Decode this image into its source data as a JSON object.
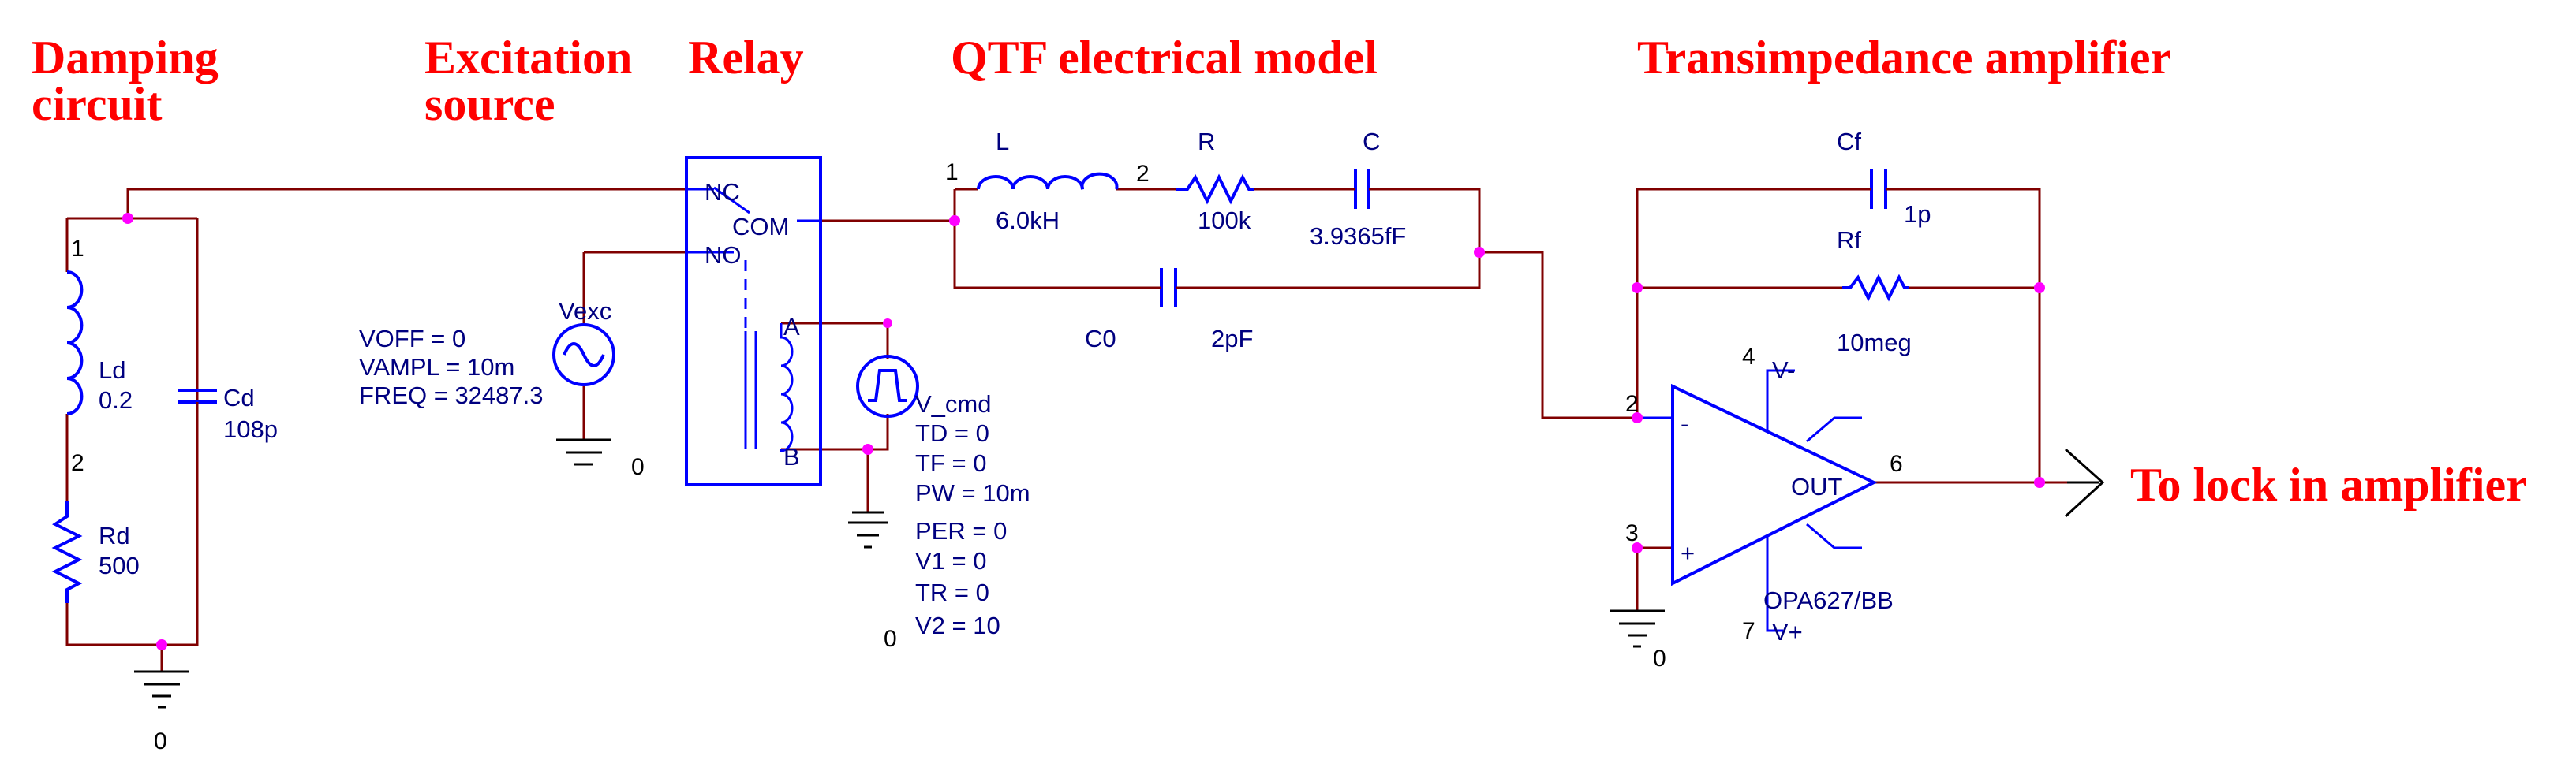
{
  "sections": {
    "damping_line1": "Damping",
    "damping_line2": "circuit",
    "excitation_line1": "Excitation",
    "excitation_line2": "source",
    "relay": "Relay",
    "qtf": "QTF electrical model",
    "tia": "Transimpedance amplifier",
    "output": "To lock in amplifier"
  },
  "damping": {
    "inductor_name": "Ld",
    "inductor_value": "0.2",
    "capacitor_name": "Cd",
    "capacitor_value": "108p",
    "resistor_name": "Rd",
    "resistor_value": "500",
    "pin1": "1",
    "pin2": "2",
    "ground_label": "0"
  },
  "source": {
    "name": "Vexc",
    "params": [
      "VOFF = 0",
      "VAMPL = 10m",
      "FREQ = 32487.3"
    ],
    "ground_label": "0"
  },
  "relay": {
    "nc": "NC",
    "com": "COM",
    "no": "NO",
    "a": "A",
    "b": "B"
  },
  "pulse": {
    "name": "V_cmd",
    "params": [
      "TD = 0",
      "TF = 0",
      "PW = 10m",
      "PER = 0",
      "V1 = 0",
      "TR = 0",
      "V2 = 10"
    ],
    "ground_label": "0"
  },
  "qtf": {
    "pin1": "1",
    "pin2": "2",
    "L_name": "L",
    "L_value": "6.0kH",
    "R_name": "R",
    "R_value": "100k",
    "C_name": "C",
    "C_value": "3.9365fF",
    "C0_name": "C0",
    "C0_value": "2pF"
  },
  "amp": {
    "cf_name": "Cf",
    "cf_value": "1p",
    "rf_name": "Rf",
    "rf_value": "10meg",
    "opamp_name": "OPA627/BB",
    "out_label": "OUT",
    "minus": "-",
    "plus": "+",
    "pin2": "2",
    "pin3": "3",
    "pin4": "4",
    "pin6": "6",
    "pin7": "7",
    "vminus": "V-",
    "vplus": "V+",
    "ground_label": "0"
  },
  "colors": {
    "title": "#ff0000",
    "wire": "#800000",
    "component": "#0000ff",
    "node": "#ff00ff"
  }
}
